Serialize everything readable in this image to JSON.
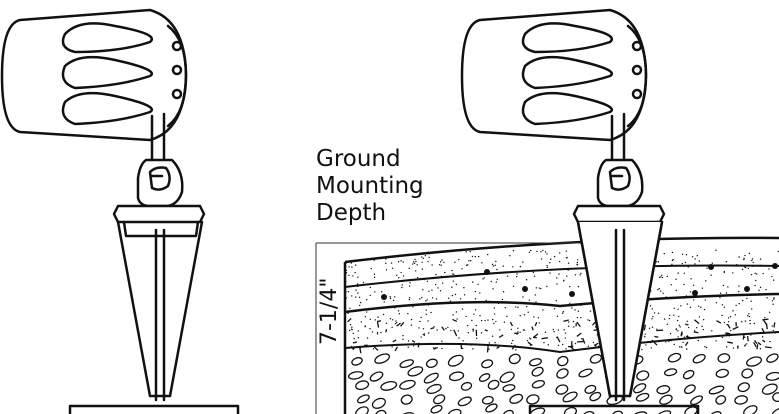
{
  "labels": {
    "line1": "Ground",
    "line2": "Mounting",
    "line3": "Depth",
    "dimension": "7-1/4\""
  },
  "colors": {
    "ink": "#111111",
    "paper": "#ffffff"
  }
}
